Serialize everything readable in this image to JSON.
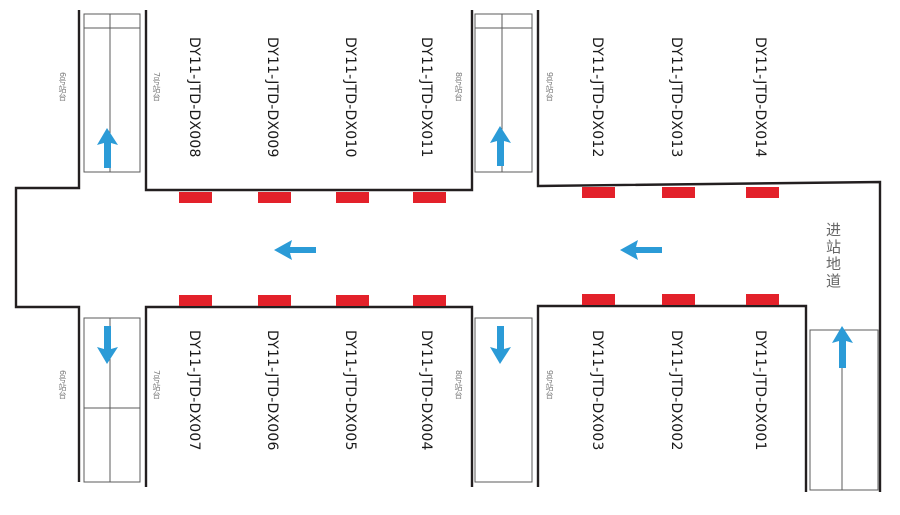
{
  "devices_top": [
    "DY11-JTD-DX008",
    "DY11-JTD-DX009",
    "DY11-JTD-DX010",
    "DY11-JTD-DX011",
    "DY11-JTD-DX012",
    "DY11-JTD-DX013",
    "DY11-JTD-DX014"
  ],
  "devices_bottom": [
    "DY11-JTD-DX007",
    "DY11-JTD-DX006",
    "DY11-JTD-DX005",
    "DY11-JTD-DX004",
    "DY11-JTD-DX003",
    "DY11-JTD-DX002",
    "DY11-JTD-DX001"
  ],
  "platforms": {
    "p6": "6号站台",
    "p7": "7号站台",
    "p8": "8号站台",
    "p9": "9号站台"
  },
  "entry_label": "进站地道",
  "colors": {
    "device": "#e3212a",
    "arrow": "#2b9bd7",
    "wall": "#231f20"
  },
  "icons": {
    "flow_arrow": "arrow-icon",
    "stair": "stair-icon"
  }
}
